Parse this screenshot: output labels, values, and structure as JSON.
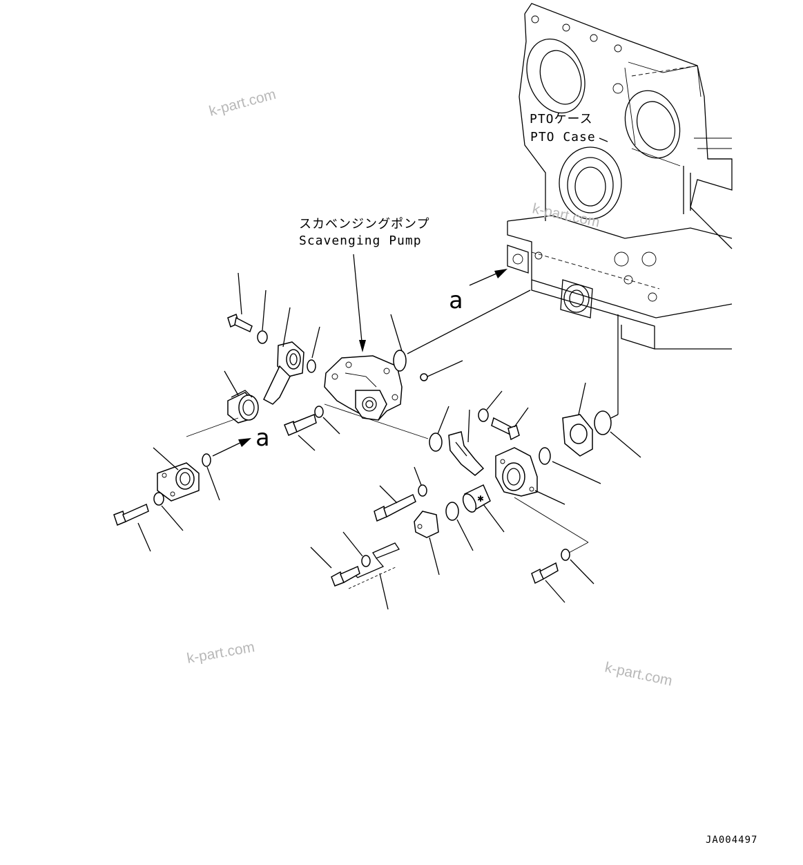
{
  "labels": {
    "pto_case_jp": "PTOケース",
    "pto_case_en": "PTO Case",
    "pump_jp": "スカベンジングポンプ",
    "pump_en": "Scavenging Pump",
    "ref_a_upper": "a",
    "ref_a_lower": "a",
    "drawing_number": "JA004497"
  },
  "watermarks": [
    "k-part.com",
    "k-part.com",
    "k-part.com",
    "k-part.com"
  ],
  "colors": {
    "line": "#000000",
    "background": "#ffffff",
    "watermark": "#b8b8b8"
  }
}
